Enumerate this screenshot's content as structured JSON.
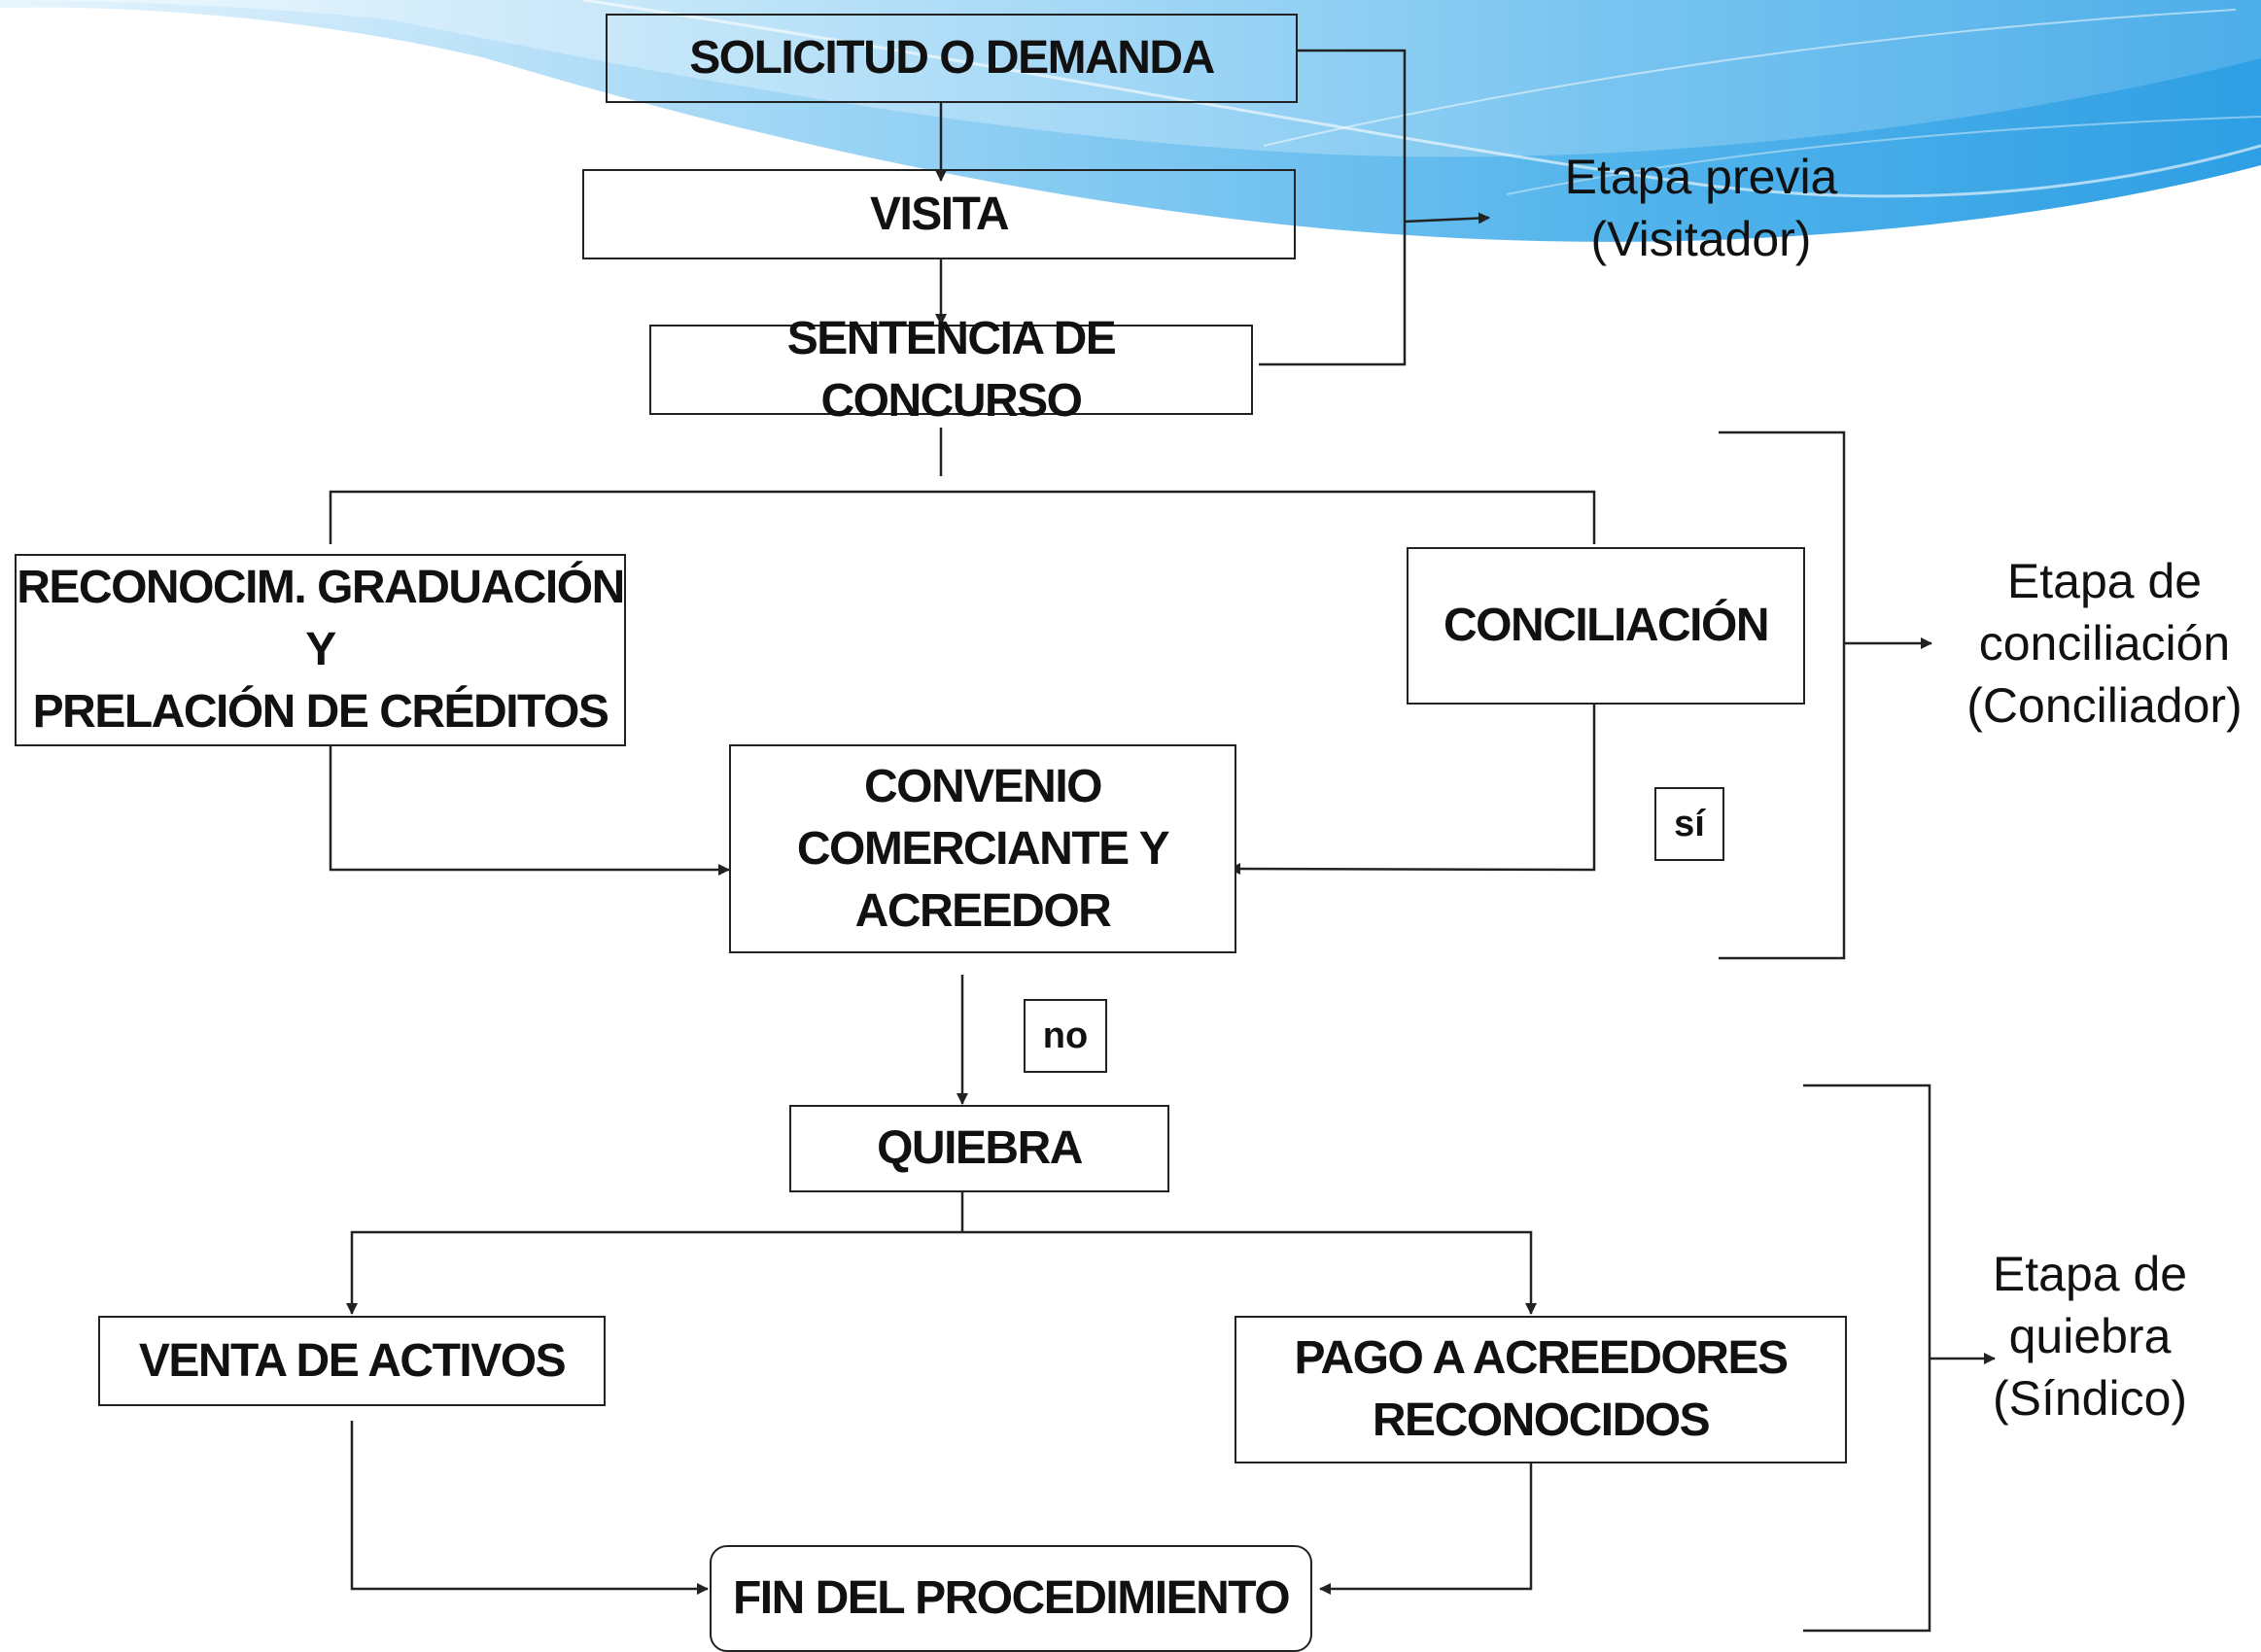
{
  "nodes": {
    "solicitud": "SOLICITUD O DEMANDA",
    "visita": "VISITA",
    "sentencia": "SENTENCIA DE CONCURSO",
    "reconocimiento": "RECONOCIM. GRADUACIÓN\nY\nPRELACIÓN DE CRÉDITOS",
    "conciliacion": "CONCILIACIÓN",
    "convenio": "CONVENIO\nCOMERCIANTE  Y\nACREEDOR",
    "quiebra": "QUIEBRA",
    "venta": "VENTA DE ACTIVOS",
    "pago": "PAGO A ACREEDORES\nRECONOCIDOS",
    "fin": "FIN DEL PROCEDIMIENTO"
  },
  "edge_labels": {
    "si": "sí",
    "no": "no"
  },
  "stages": {
    "previa": "Etapa  previa\n(Visitador)",
    "conciliacion": "Etapa de\nconciliación\n(Conciliador)",
    "quiebra": "Etapa de\nquiebra\n(Síndico)"
  },
  "colors": {
    "line": "#222222",
    "wave_light": "#bfe3f7",
    "wave_mid": "#8dcdf2",
    "wave_dark": "#3aa6e6"
  }
}
